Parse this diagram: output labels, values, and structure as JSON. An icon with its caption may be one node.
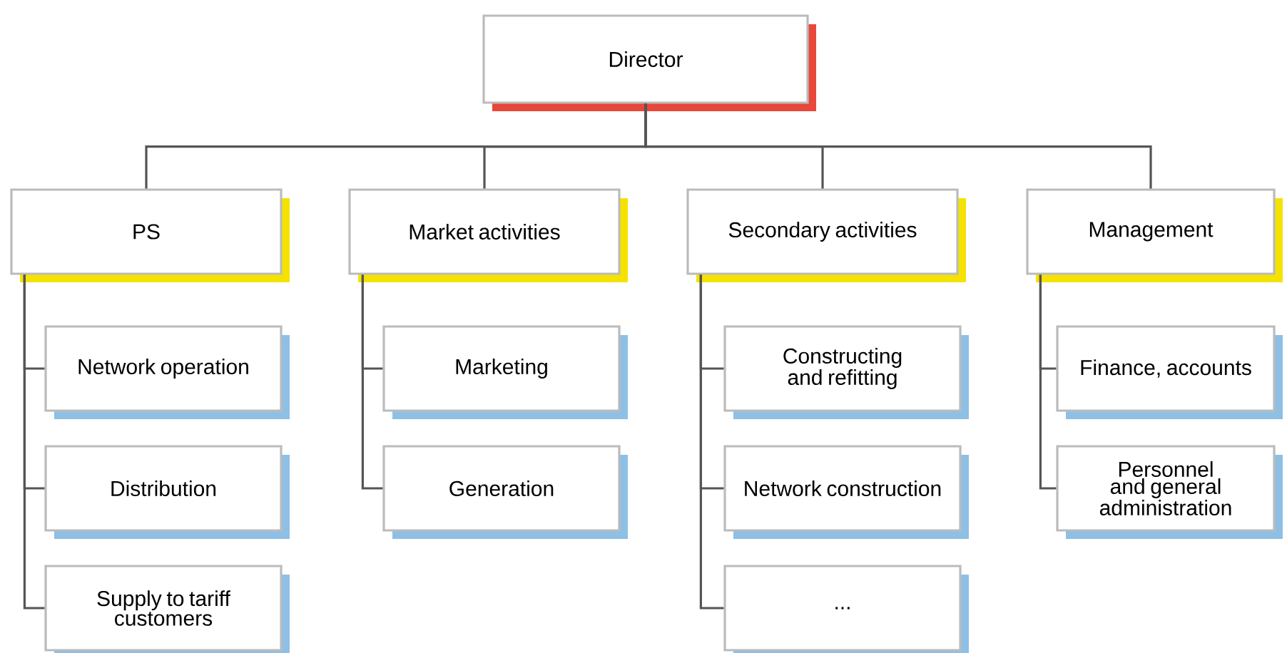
{
  "diagram": {
    "nodes": [
      {
        "text": [
          "Director"
        ]
      },
      {
        "text": [
          "PS"
        ]
      },
      {
        "text": [
          "Market activities"
        ]
      },
      {
        "text": [
          "Secondary activities"
        ]
      },
      {
        "text": [
          "Management"
        ]
      },
      {
        "text": [
          "Network operation"
        ]
      },
      {
        "text": [
          "Distribution"
        ]
      },
      {
        "text": [
          "Supply to tariff customers"
        ]
      },
      {
        "text": [
          "Marketing"
        ]
      },
      {
        "text": [
          "Generation"
        ]
      },
      {
        "text": [
          "Constructing and refitting"
        ]
      },
      {
        "text": [
          "Network construction"
        ]
      },
      {
        "text": [
          "..."
        ]
      },
      {
        "text": [
          "Finance, accounts"
        ]
      },
      {
        "text": [
          "Personnel and general administration"
        ]
      }
    ],
    "edges": [
      {
        "from": 0,
        "to": 1,
        "arrow": "none"
      },
      {
        "from": 0,
        "to": 2,
        "arrow": "none"
      },
      {
        "from": 0,
        "to": 3,
        "arrow": "none"
      },
      {
        "from": 0,
        "to": 4,
        "arrow": "none"
      },
      {
        "from": 1,
        "to": 5,
        "arrow": "none"
      },
      {
        "from": 1,
        "to": 6,
        "arrow": "none"
      },
      {
        "from": 1,
        "to": 7,
        "arrow": "none"
      },
      {
        "from": 2,
        "to": 8,
        "arrow": "none"
      },
      {
        "from": 2,
        "to": 9,
        "arrow": "none"
      },
      {
        "from": 3,
        "to": 10,
        "arrow": "none"
      },
      {
        "from": 3,
        "to": 11,
        "arrow": "none"
      },
      {
        "from": 3,
        "to": 12,
        "arrow": "none"
      },
      {
        "from": 4,
        "to": 13,
        "arrow": "none"
      },
      {
        "from": 4,
        "to": 14,
        "arrow": "none"
      }
    ]
  }
}
